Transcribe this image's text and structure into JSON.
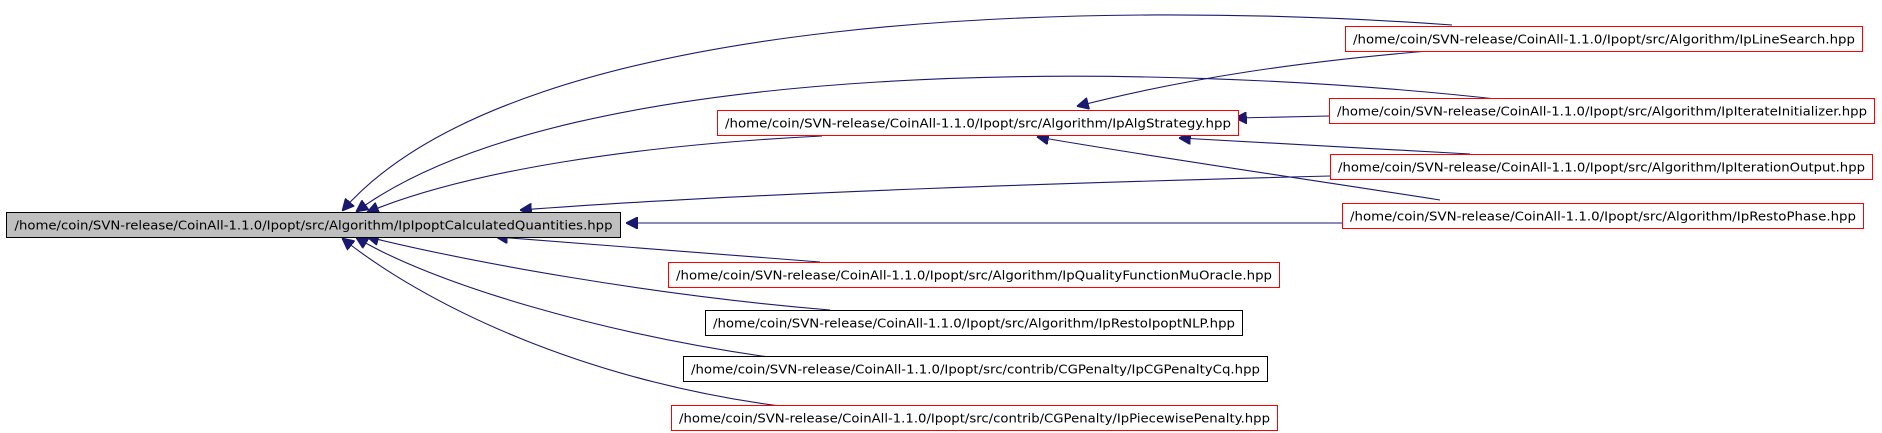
{
  "colors": {
    "edge": "#191970",
    "root_fill": "#bfbfbf",
    "root_border": "#000000",
    "node_red_border": "#ff0000",
    "node_black_border": "#000000",
    "node_fill": "#ffffff",
    "text": "#000000"
  },
  "nodes": {
    "root": {
      "label": "/home/coin/SVN-release/CoinAll-1.1.0/Ipopt/src/Algorithm/IpIpoptCalculatedQuantities.hpp"
    },
    "alg_strategy": {
      "label": "/home/coin/SVN-release/CoinAll-1.1.0/Ipopt/src/Algorithm/IpAlgStrategy.hpp"
    },
    "line_search": {
      "label": "/home/coin/SVN-release/CoinAll-1.1.0/Ipopt/src/Algorithm/IpLineSearch.hpp"
    },
    "iterate_initializer": {
      "label": "/home/coin/SVN-release/CoinAll-1.1.0/Ipopt/src/Algorithm/IpIterateInitializer.hpp"
    },
    "iteration_output": {
      "label": "/home/coin/SVN-release/CoinAll-1.1.0/Ipopt/src/Algorithm/IpIterationOutput.hpp"
    },
    "resto_phase": {
      "label": "/home/coin/SVN-release/CoinAll-1.1.0/Ipopt/src/Algorithm/IpRestoPhase.hpp"
    },
    "quality_function": {
      "label": "/home/coin/SVN-release/CoinAll-1.1.0/Ipopt/src/Algorithm/IpQualityFunctionMuOracle.hpp"
    },
    "resto_ipopt_nlp": {
      "label": "/home/coin/SVN-release/CoinAll-1.1.0/Ipopt/src/Algorithm/IpRestoIpoptNLP.hpp"
    },
    "cg_penalty_cq": {
      "label": "/home/coin/SVN-release/CoinAll-1.1.0/Ipopt/src/contrib/CGPenalty/IpCGPenaltyCq.hpp"
    },
    "piecewise_penalty": {
      "label": "/home/coin/SVN-release/CoinAll-1.1.0/Ipopt/src/contrib/CGPenalty/IpPiecewisePenalty.hpp"
    }
  }
}
